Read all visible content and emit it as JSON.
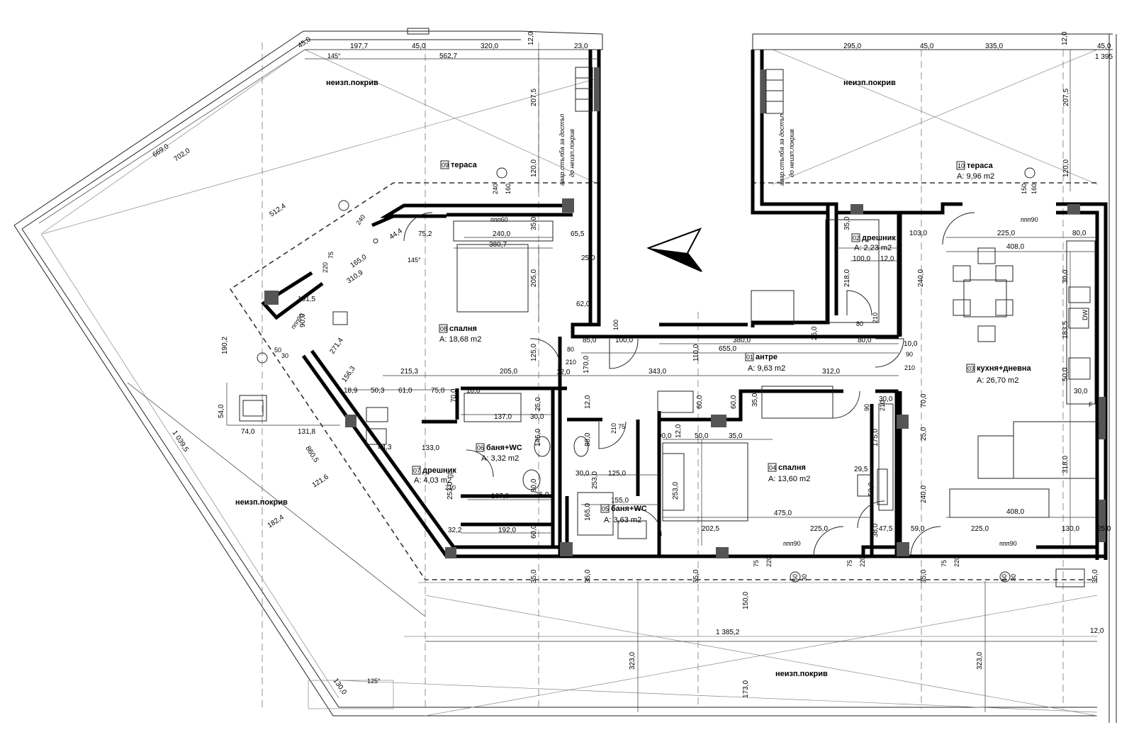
{
  "rooms": [
    {
      "num": "01",
      "name": "антре",
      "area": "A: 9,63 m2"
    },
    {
      "num": "02",
      "name": "дрешник",
      "area": "A: 2,23 m2"
    },
    {
      "num": "03",
      "name": "кухня+дневна",
      "area": "A: 26,70 m2"
    },
    {
      "num": "04",
      "name": "спалня",
      "area": "A: 13,60 m2"
    },
    {
      "num": "05",
      "name": "баня+WC",
      "area": "A: 3,63 m2"
    },
    {
      "num": "06",
      "name": "баня+WC",
      "area": "A: 3,32 m2"
    },
    {
      "num": "07",
      "name": "дрешник",
      "area": "A: 4,03 m2"
    },
    {
      "num": "08",
      "name": "спалня",
      "area": "A: 18,68 m2"
    },
    {
      "num": "09",
      "name": "тераса",
      "area": ""
    },
    {
      "num": "10",
      "name": "тераса",
      "area": "A: 9,96 m2"
    }
  ],
  "roof_labels": [
    "неизп.покрив",
    "неизп.покрив",
    "неизп.покрив",
    "неизп.покрив"
  ],
  "notes": {
    "access_left_1": "авар.стълба за достъп",
    "access_left_2": "до неизп.покрив",
    "access_right_1": "авар.стълба за достъп",
    "access_right_2": "до неизп.покрив"
  },
  "windows": [
    "ппп60",
    "ппп90",
    "ппп90",
    "ппп90",
    "ппп90"
  ],
  "angles": [
    "145°",
    "145°",
    "125°"
  ],
  "dimensions": {
    "top_left": [
      "45,0",
      "197,7",
      "45,0",
      "320,0",
      "12,0",
      "23,0",
      "562,7"
    ],
    "top_right": [
      "295,0",
      "45,0",
      "335,0",
      "12,0",
      "45,0",
      "1 395"
    ],
    "left_diag": [
      "669,0",
      "702,0",
      "512,4",
      "1 039,5",
      "860,5",
      "121,6",
      "182,4",
      "130,0"
    ],
    "bedroom08": [
      "240,0",
      "380,7",
      "65,5",
      "44,4",
      "75,2",
      "165,0",
      "310,9",
      "205,0",
      "62,0",
      "25,0",
      "35,0",
      "207,5",
      "120,0",
      "240",
      "160",
      "75",
      "220",
      "240"
    ],
    "left_block": [
      "101,5",
      "90,0",
      "271,4",
      "156,3",
      "190,2",
      "54,0",
      "74,0",
      "131,8",
      "30",
      "50"
    ],
    "corridor": [
      "215,3",
      "205,0",
      "343,0",
      "655,0",
      "312,0",
      "380,0",
      "85,0",
      "100,0",
      "100",
      "80",
      "210",
      "125,0",
      "170,0",
      "110,0",
      "12,0",
      "80,0",
      "25,0",
      "10,0",
      "90",
      "210"
    ],
    "baths": [
      "18,9",
      "50,3",
      "61,0",
      "75,0",
      "70,0",
      "10,0",
      "137,0",
      "25,0",
      "30,0",
      "145,0",
      "133,0",
      "44,3",
      "75",
      "210",
      "253,0",
      "80,0",
      "25,0",
      "167,0",
      "192,0",
      "32,2",
      "60,0",
      "30,0",
      "253,0",
      "125,0",
      "155,0",
      "165,0",
      "88,0",
      "12,0",
      "75",
      "210"
    ],
    "bedroom04": [
      "90,0",
      "12,0",
      "50,0",
      "35,0",
      "60,0",
      "60,0",
      "253,0",
      "202,5",
      "475,0",
      "225,0",
      "35,0"
    ],
    "closet02": [
      "103,0",
      "100,0",
      "12,0",
      "218,0",
      "35,0",
      "240,0",
      "80",
      "210"
    ],
    "kitchen": [
      "225,0",
      "80,0",
      "408,0",
      "30,0",
      "183,5",
      "50,0",
      "30,0",
      "318,0",
      "408,0",
      "225,0",
      "130,0",
      "25,0",
      "70,0",
      "25,0",
      "175,0",
      "30,0",
      "29,5",
      "50,0",
      "240,0",
      "38,0",
      "47,5",
      "59,0",
      "90",
      "210"
    ],
    "bottom": [
      "35,0",
      "35,0",
      "35,0",
      "35,0",
      "75",
      "220",
      "75",
      "220",
      "50",
      "30",
      "50",
      "30",
      "150,0",
      "1 385,2",
      "323,0",
      "323,0",
      "173,0",
      "12,0",
      "35,0",
      "75",
      "220",
      "207,5",
      "120,0",
      "150",
      "160"
    ]
  },
  "appliances": [
    "DW",
    "F"
  ]
}
